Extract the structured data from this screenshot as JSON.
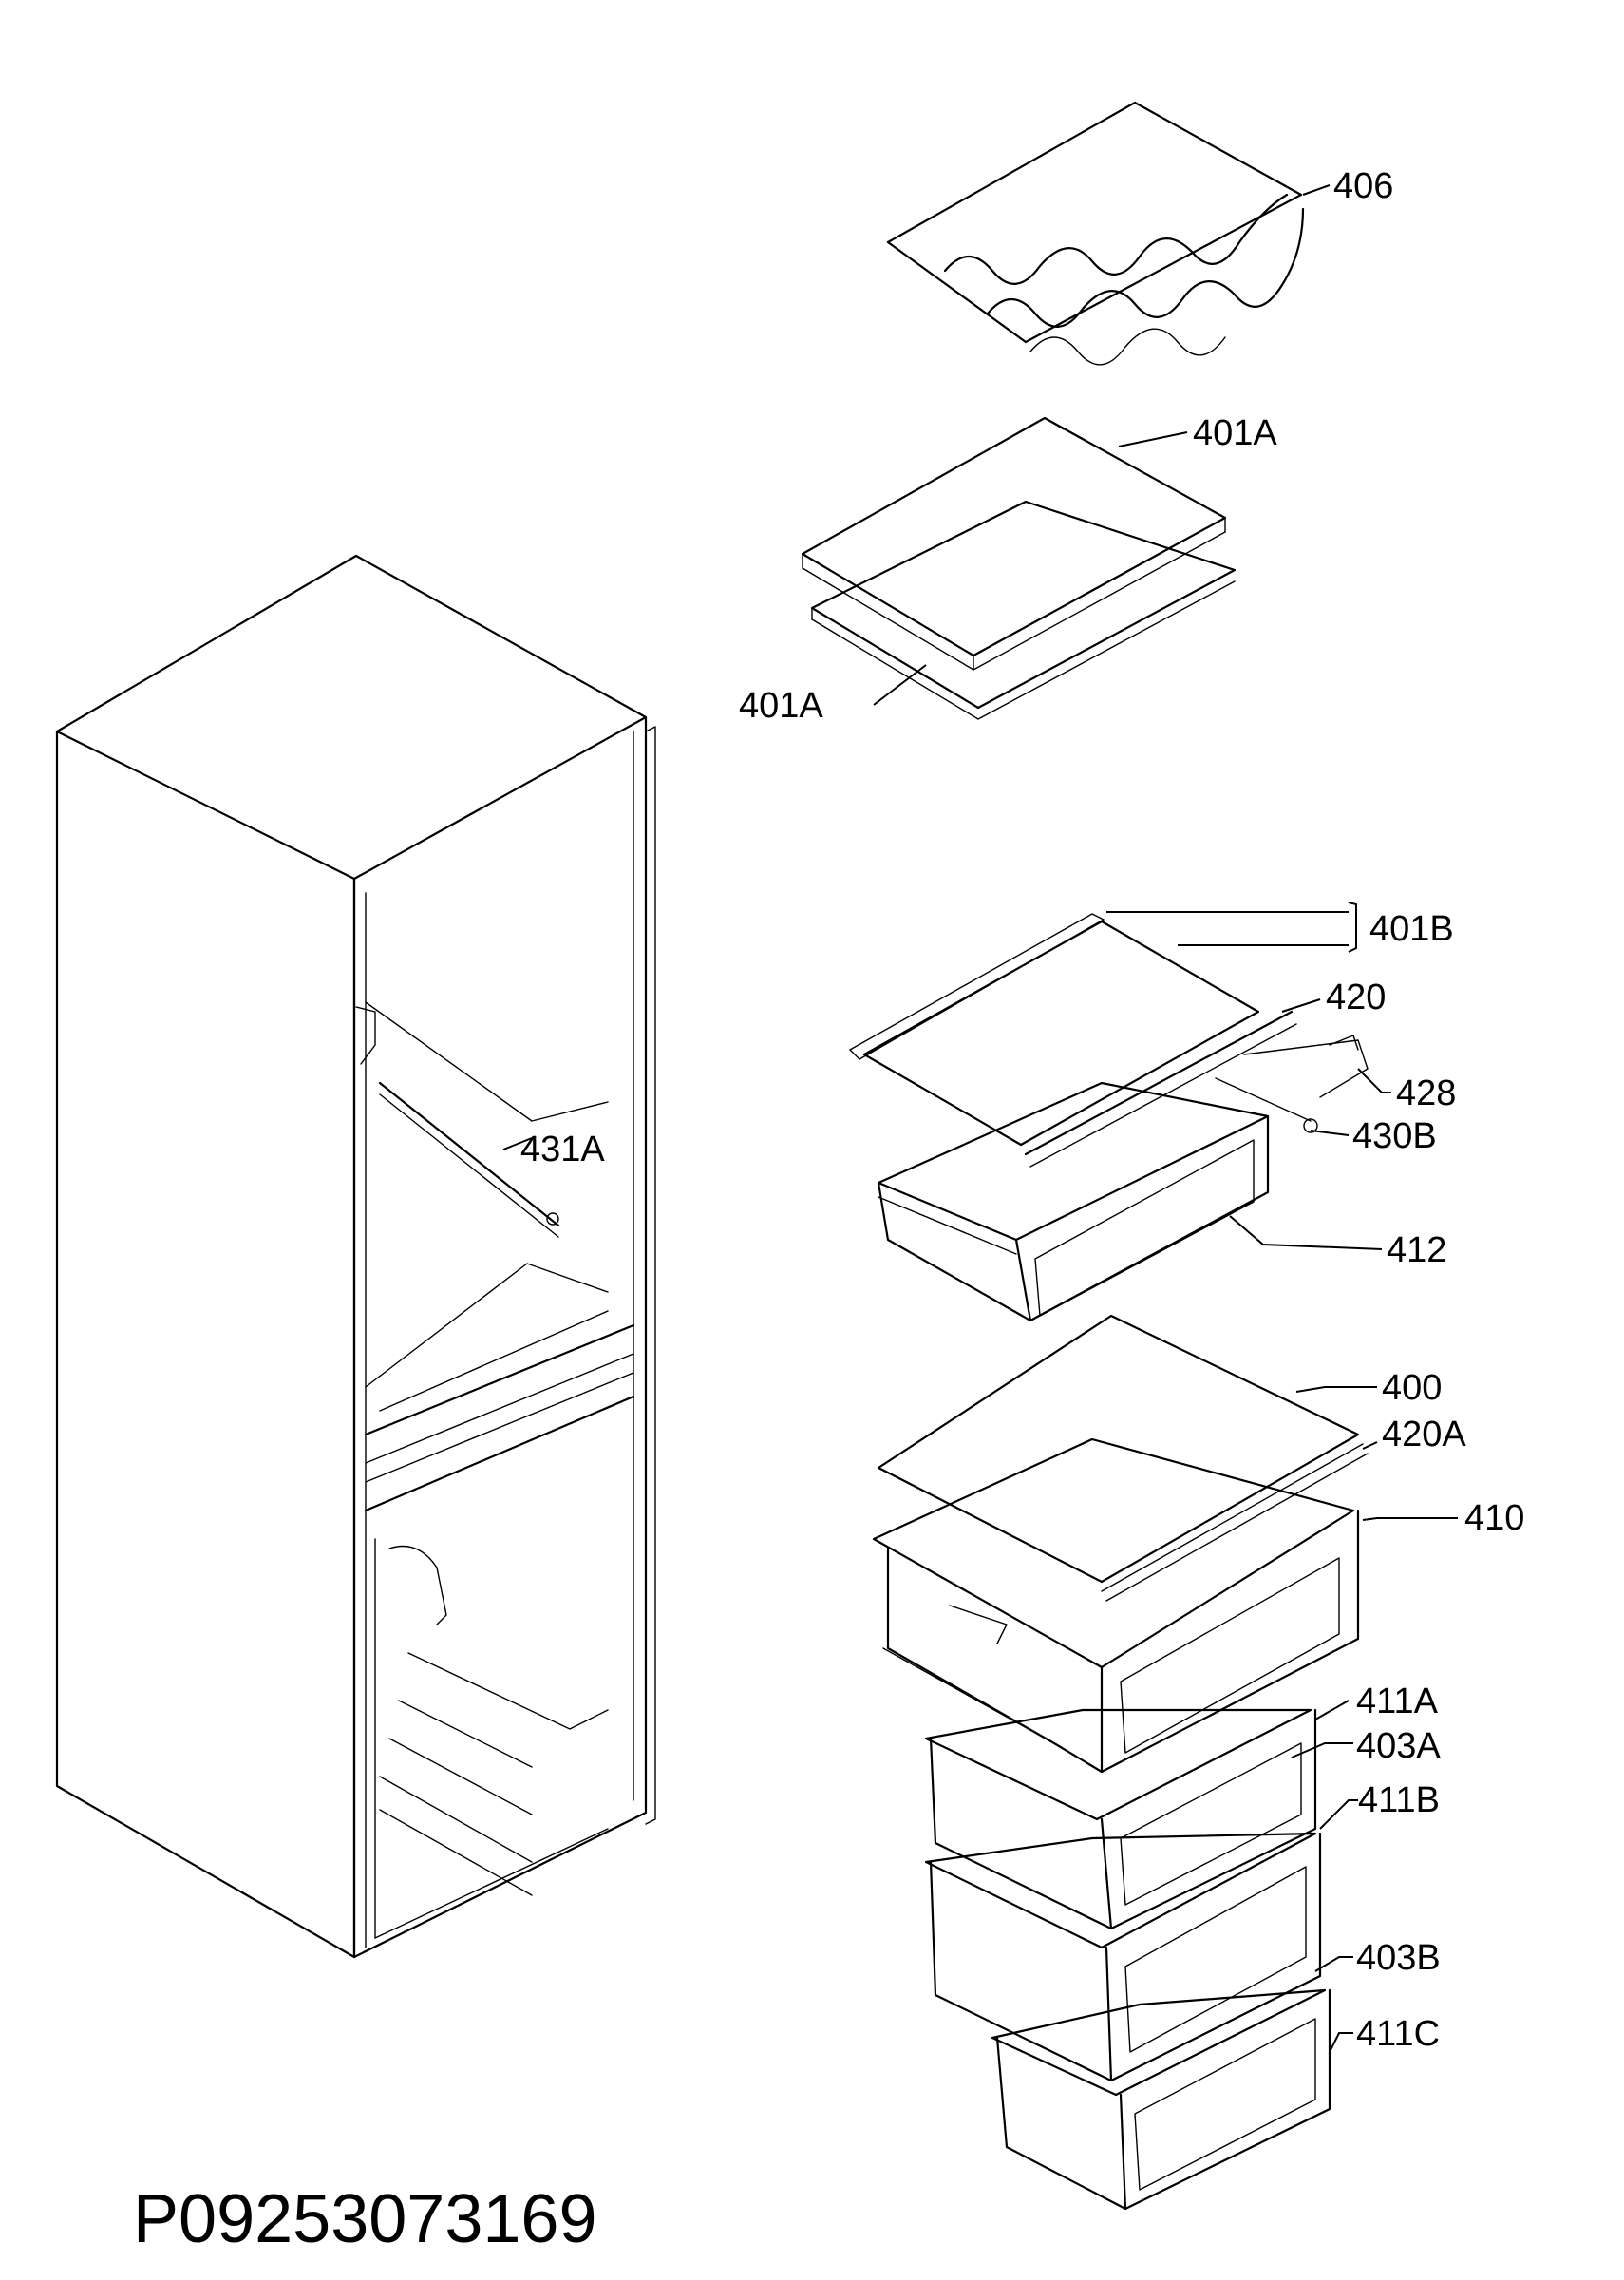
{
  "document": {
    "code": "P09253073169"
  },
  "labels": {
    "wine_rack": "406",
    "shelf_upper_1": "401A",
    "shelf_upper_2": "401A",
    "shelf_set": "401B",
    "shelf_trim": "420",
    "bracket": "428",
    "rail": "430B",
    "cabinet_rail": "431A",
    "crisper_drawer": "412",
    "glass_plate": "400",
    "plate_trim": "420A",
    "freezer_drawer": "410",
    "drawer_a": "411A",
    "front_a": "403A",
    "drawer_b": "411B",
    "front_b": "403B",
    "drawer_c": "411C"
  }
}
